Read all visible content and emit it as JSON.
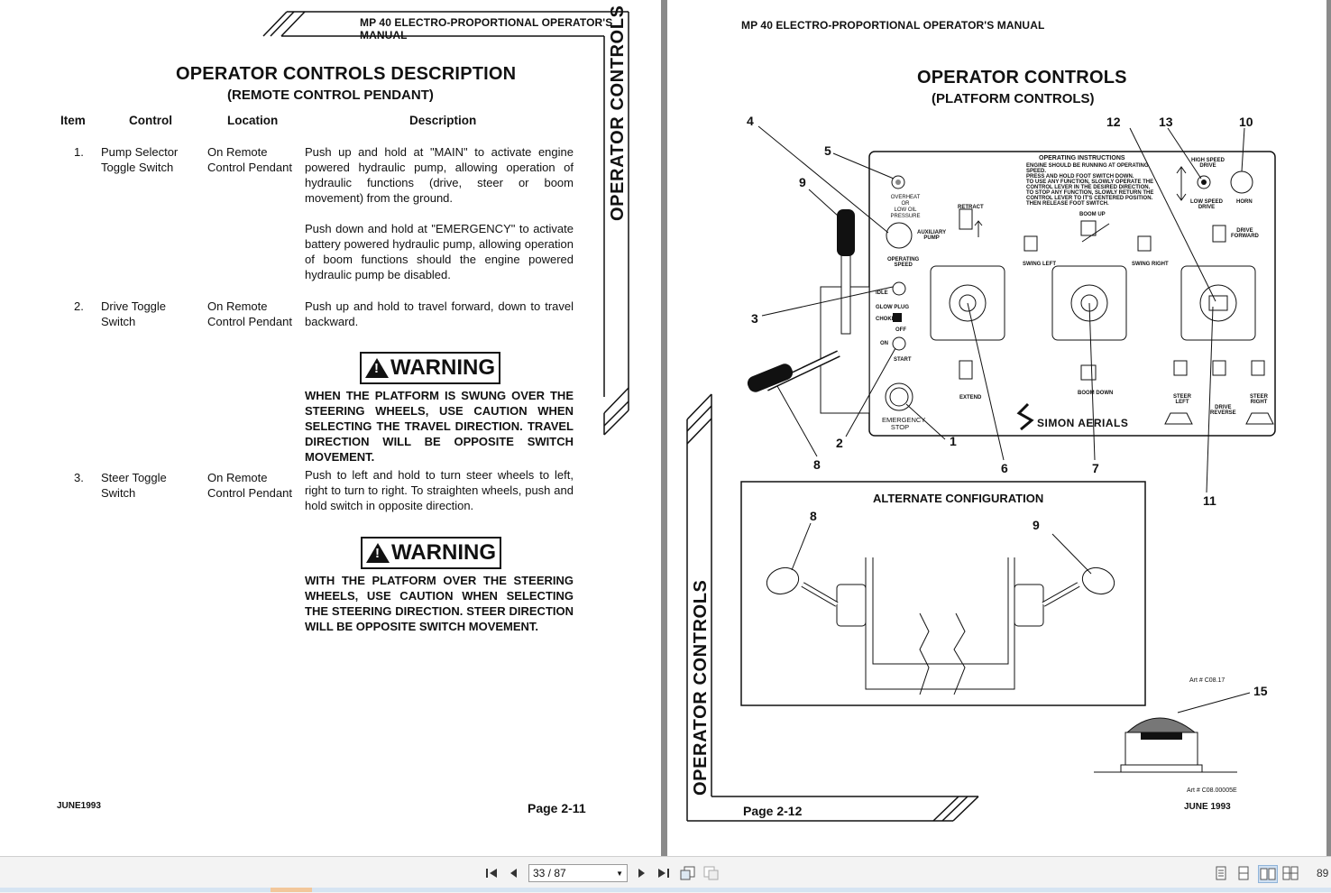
{
  "left_page": {
    "header": "MP 40 ELECTRO-PROPORTIONAL OPERATOR'S MANUAL",
    "side_tab": "OPERATOR CONTROLS",
    "title": "OPERATOR CONTROLS DESCRIPTION",
    "subtitle": "(REMOTE CONTROL PENDANT)",
    "columns": [
      "Item",
      "Control",
      "Location",
      "Description"
    ],
    "rows": [
      {
        "item": "1.",
        "control": [
          "Pump Selector",
          "Toggle Switch"
        ],
        "location": [
          "On Remote",
          "Control Pendant"
        ],
        "description": [
          "Push up and hold at \"MAIN\" to activate engine powered hydraulic pump, allowing operation of hydraulic functions (drive, steer or boom movement) from the ground.",
          "Push down and hold at \"EMERGENCY\" to activate battery powered hydraulic pump, allowing operation of boom functions should the engine powered hydraulic pump be disabled."
        ]
      },
      {
        "item": "2.",
        "control": [
          "Drive Toggle",
          "Switch"
        ],
        "location": [
          "On Remote",
          "Control Pendant"
        ],
        "description": [
          "Push up and hold to travel forward, down to travel backward."
        ]
      },
      {
        "item": "3.",
        "control": [
          "Steer Toggle",
          "Switch"
        ],
        "location": [
          "On Remote",
          "Control Pendant"
        ],
        "description": [
          "Push to left and hold to turn steer wheels to left, right to turn to right. To straighten wheels, push and hold switch in opposite direction."
        ]
      }
    ],
    "warnings": [
      {
        "label": "WARNING",
        "text": "WHEN THE PLATFORM IS SWUNG OVER THE STEERING WHEELS, USE CAUTION WHEN SELECTING THE TRAVEL DIRECTION. TRAVEL DIRECTION WILL BE OPPOSITE SWITCH MOVEMENT."
      },
      {
        "label": "WARNING",
        "text": "WITH THE PLATFORM OVER THE STEERING WHEELS, USE CAUTION WHEN SELECTING THE STEERING DIRECTION. STEER DIRECTION WILL BE OPPOSITE SWITCH MOVEMENT."
      }
    ],
    "footer_date": "JUNE1993",
    "footer_page": "Page 2-11"
  },
  "right_page": {
    "header": "MP 40 ELECTRO-PROPORTIONAL OPERATOR'S MANUAL",
    "title": "OPERATOR CONTROLS",
    "subtitle": "(PLATFORM CONTROLS)",
    "side_tab": "OPERATOR CONTROLS",
    "callouts": [
      "1",
      "2",
      "3",
      "4",
      "5",
      "6",
      "7",
      "8",
      "9",
      "10",
      "11",
      "12",
      "13"
    ],
    "panel": {
      "instructions_title": "OPERATING INSTRUCTIONS",
      "instructions": [
        "ENGINE SHOULD BE RUNNING AT OPERATING SPEED.",
        "PRESS AND HOLD FOOT SWITCH DOWN.",
        "TO USE ANY FUNCTION, SLOWLY OPERATE THE CONTROL LEVER IN THE DESIRED DIRECTION.",
        "TO STOP ANY FUNCTION, SLOWLY RETURN THE CONTROL LEVER TO IT'S CENTERED POSITION. THEN RELEASE FOOT SWITCH."
      ],
      "overheat": [
        "OVERHEAT",
        "OR",
        "LOW OIL",
        "PRESSURE"
      ],
      "auxiliary_pump": [
        "AUXILIARY",
        "PUMP"
      ],
      "operating_speed": [
        "OPERATING",
        "SPEED"
      ],
      "idle": "IDLE",
      "glow_plug": "GLOW PLUG",
      "choke": "CHOKE",
      "off": "OFF",
      "on": "ON",
      "start": "START",
      "emergency_stop": [
        "EMERGENCY",
        "STOP"
      ],
      "retract": "RETRACT",
      "extend": "EXTEND",
      "boom_up": "BOOM UP",
      "boom_down": "BOOM DOWN",
      "swing_left": "SWING LEFT",
      "swing_right": "SWING RIGHT",
      "high_speed_drive": [
        "HIGH SPEED",
        "DRIVE"
      ],
      "low_speed_drive": [
        "LOW SPEED",
        "DRIVE"
      ],
      "horn": "HORN",
      "drive_forward": [
        "DRIVE",
        "FORWARD"
      ],
      "drive_reverse": [
        "DRIVE",
        "REVERSE"
      ],
      "steer_left": [
        "STEER",
        "LEFT"
      ],
      "steer_right": [
        "STEER",
        "RIGHT"
      ],
      "brand": "SIMON AERIALS"
    },
    "alternate_title": "ALTERNATE CONFIGURATION",
    "alt_callouts": [
      "8",
      "9"
    ],
    "art_no_1": "Art # C08.17",
    "callout_15": "15",
    "art_no_2": "Art # C08.00005E",
    "footer_page": "Page 2-12",
    "footer_date": "JUNE 1993"
  },
  "toolbar": {
    "page_field": "33 / 87",
    "zoom": "89"
  }
}
